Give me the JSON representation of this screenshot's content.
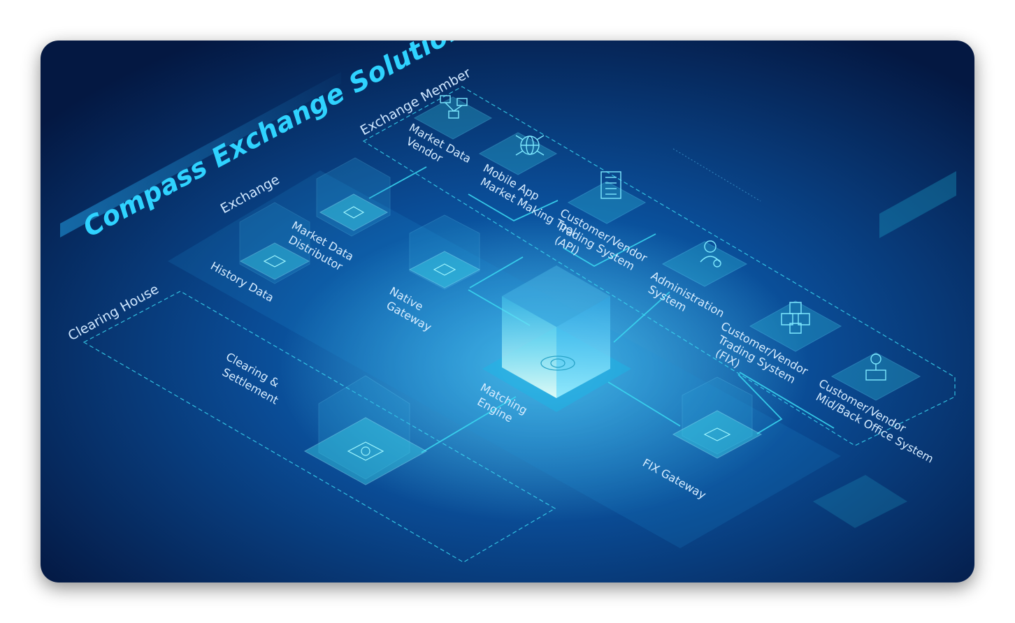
{
  "title": "Compass Exchange Solution",
  "groups": {
    "exchange_member": "Exchange Member",
    "exchange": "Exchange",
    "clearing_house": "Clearing House"
  },
  "nodes": {
    "market_data_vendor": [
      "Market Data",
      "Vendor"
    ],
    "mobile_app": [
      "Mobile App",
      "Market Making Tool"
    ],
    "customer_vendor_api": [
      "Customer/Vendor",
      "Trading System",
      "(API)"
    ],
    "administration_system": [
      "Administration",
      "System"
    ],
    "customer_vendor_fix": [
      "Customer/Vendor",
      "Trading System",
      "(FIX)"
    ],
    "customer_vendor_mid_back": [
      "Customer/Vendor",
      "Mid/Back Office System"
    ],
    "market_data_distributor": [
      "Market Data",
      "Distributor"
    ],
    "history_data": [
      "History Data"
    ],
    "native_gateway": [
      "Native",
      "Gateway"
    ],
    "matching_engine": [
      "Matching",
      "Engine"
    ],
    "fix_gateway": [
      "FIX Gateway"
    ],
    "clearing_settlement": [
      "Clearing &",
      "Settlement"
    ]
  },
  "icons": {
    "market_data_vendor": "network-monitor-icon",
    "mobile_app": "globe-network-icon",
    "customer_vendor_api": "building-icon",
    "administration_system": "admin-user-icon",
    "customer_vendor_fix": "server-stack-icon",
    "customer_vendor_mid_back": "office-network-icon",
    "market_data_distributor": "data-chip-icon",
    "history_data": "database-icon",
    "native_gateway": "gateway-chip-icon",
    "matching_engine": "atom-core-icon",
    "fix_gateway": "gateway-chip-icon",
    "clearing_settlement": "settlement-chip-icon"
  },
  "colors": {
    "background_dark": "#03153a",
    "background_glow": "#0a73c8",
    "accent_cyan": "#2fd3ff",
    "line_cyan": "#3ad6f0",
    "label_text": "#d6ecff"
  }
}
